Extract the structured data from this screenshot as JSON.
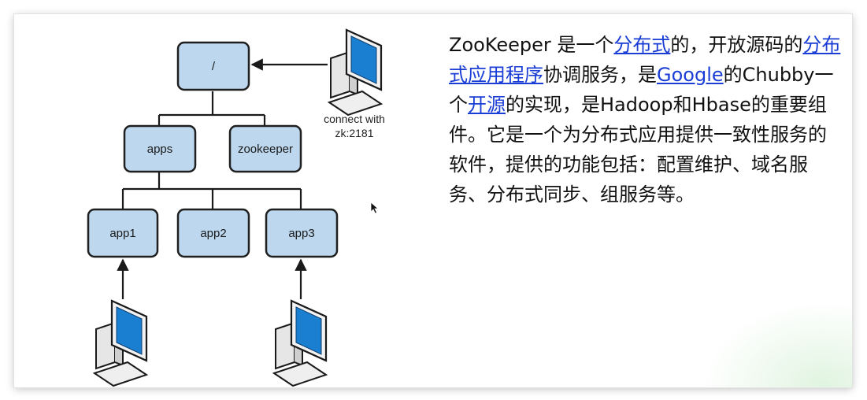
{
  "diagram": {
    "nodes": {
      "root": "/",
      "apps": "apps",
      "zookeeper": "zookeeper",
      "app1": "app1",
      "app2": "app2",
      "app3": "app3"
    },
    "client_caption": [
      "connect with",
      "zk:2181"
    ],
    "colors": {
      "node_fill": "#bcd7ee",
      "screen": "#1a7fd0"
    }
  },
  "description": {
    "segments": [
      {
        "text": "ZooKeeper 是一个",
        "link": false
      },
      {
        "text": "分布式",
        "link": true
      },
      {
        "text": "的，开放源码的",
        "link": false
      },
      {
        "text": "分布式应用程序",
        "link": true
      },
      {
        "text": "协调服务，是",
        "link": false
      },
      {
        "text": "Google",
        "link": true
      },
      {
        "text": "的Chubby一个",
        "link": false
      },
      {
        "text": "开源",
        "link": true
      },
      {
        "text": "的实现，是Hadoop和Hbase的重要组件。它是一个为分布式应用提供一致性服务的软件，提供的功能包括：配置维护、域名服务、分布式同步、组服务等。",
        "link": false
      }
    ],
    "link_color": "#1a3dd6"
  }
}
